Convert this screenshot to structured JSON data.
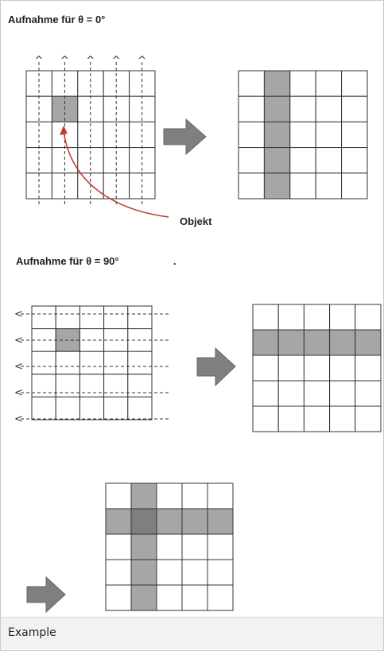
{
  "diagram": {
    "title_0": "Aufnahme für θ = 0°",
    "title_90": "Aufnahme für θ = 90°",
    "title_90_suffix": ".",
    "object_label": "Objekt",
    "ray_arrow_up": "^",
    "ray_arrow_left": "<",
    "grid_size": 5,
    "object_cell": {
      "row": 1,
      "col": 1
    },
    "colors": {
      "grid_line": "#333333",
      "cell_fill": "#ffffff",
      "shaded": "#a6a6a6",
      "overlap": "#7f7f7f",
      "block_arrow": "#7f7f7f",
      "curve_arrow": "#c0392b"
    }
  },
  "caption": {
    "text": "Example"
  }
}
